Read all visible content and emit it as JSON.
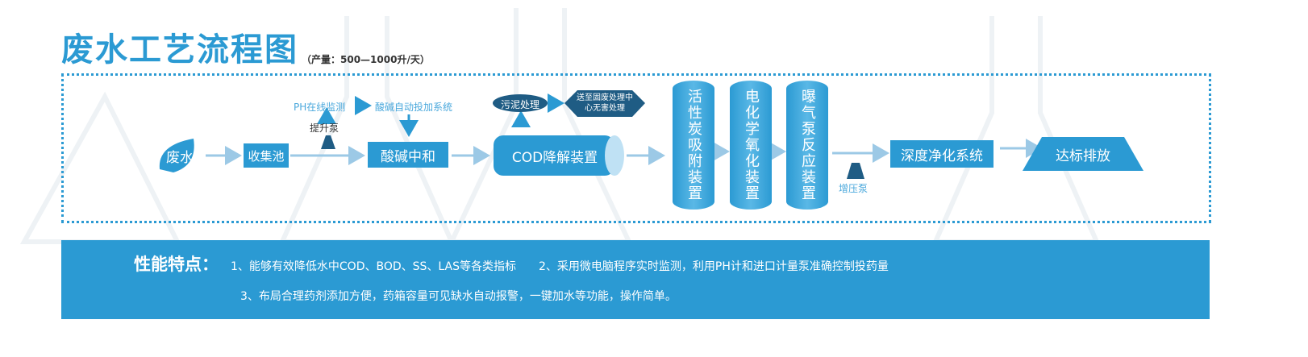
{
  "title": "废水工艺流程图",
  "subtitle": "（产量：500—1000升/天）",
  "nodes": {
    "wastewater": "废水",
    "collection_tank": "收集池",
    "ph_monitor": "PH在线监测",
    "acid_dosing": "酸碱自动投加系统",
    "lift_pump": "提升泵",
    "neutralization": "酸碱中和",
    "sludge": "污泥处理",
    "solid_waste": "送至固废处理中心无害处理",
    "cod": "COD降解装置",
    "activated_carbon": "活性炭吸附装置",
    "electro_oxidation": "电化学氧化装置",
    "aeration": "曝气泵反应装置",
    "booster_pump": "增压泵",
    "deep_purification": "深度净化系统",
    "discharge": "达标排放"
  },
  "features": {
    "heading": "性能特点：",
    "line1": "1、能够有效降低水中COD、BOD、SS、LAS等各类指标　　2、采用微电脑程序实时监测，利用PH计和进口计量泵准确控制投药量",
    "line2": "3、布局合理药剂添加方便，药箱容量可见缺水自动报警，一键加水等功能，操作简单。"
  },
  "colors": {
    "accent": "#2b9ad3",
    "dark": "#1f5c84"
  }
}
